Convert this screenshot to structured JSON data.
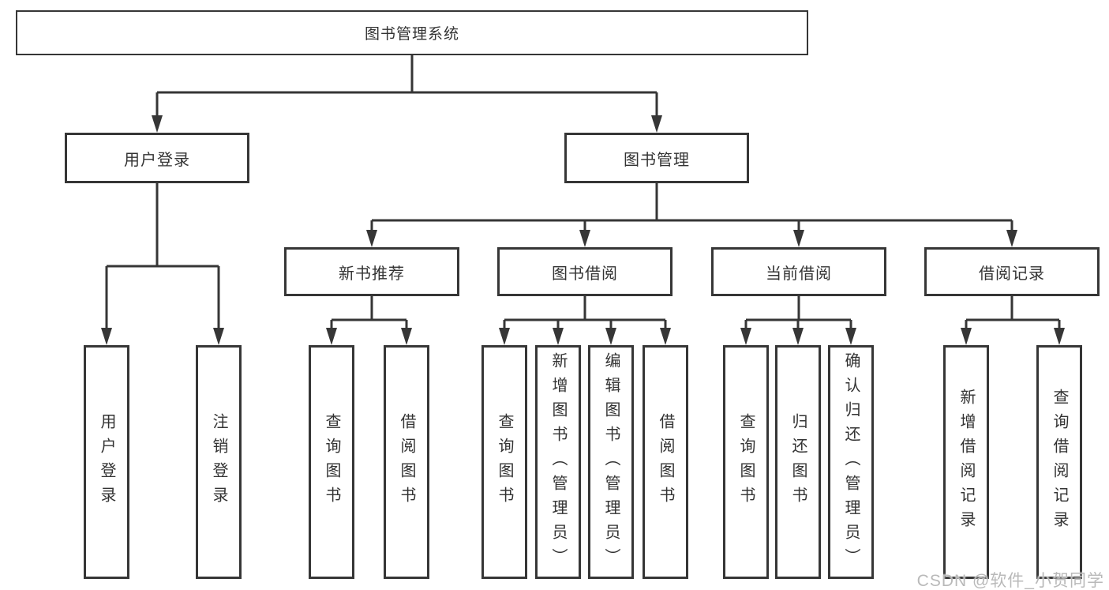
{
  "diagram": {
    "root": {
      "label": "图书管理系统"
    },
    "branches": [
      {
        "label": "用户登录",
        "children": [
          {
            "label": "用户登录"
          },
          {
            "label": "注销登录"
          }
        ]
      },
      {
        "label": "图书管理",
        "children": [
          {
            "label": "新书推荐",
            "children": [
              {
                "label": "查询图书"
              },
              {
                "label": "借阅图书"
              }
            ]
          },
          {
            "label": "图书借阅",
            "children": [
              {
                "label": "查询图书"
              },
              {
                "label": "新增图书（管理员）"
              },
              {
                "label": "编辑图书（管理员）"
              },
              {
                "label": "借阅图书"
              }
            ]
          },
          {
            "label": "当前借阅",
            "children": [
              {
                "label": "查询图书"
              },
              {
                "label": "归还图书"
              },
              {
                "label": "确认归还（管理员）"
              }
            ]
          },
          {
            "label": "借阅记录",
            "children": [
              {
                "label": "新增借阅记录"
              },
              {
                "label": "查询借阅记录"
              }
            ]
          }
        ]
      }
    ]
  },
  "watermark": {
    "text": "CSDN @软件_小贺同学"
  },
  "colors": {
    "line": "#363636",
    "text": "#333333",
    "watermark": "#b9b9b9",
    "background": "#ffffff"
  }
}
